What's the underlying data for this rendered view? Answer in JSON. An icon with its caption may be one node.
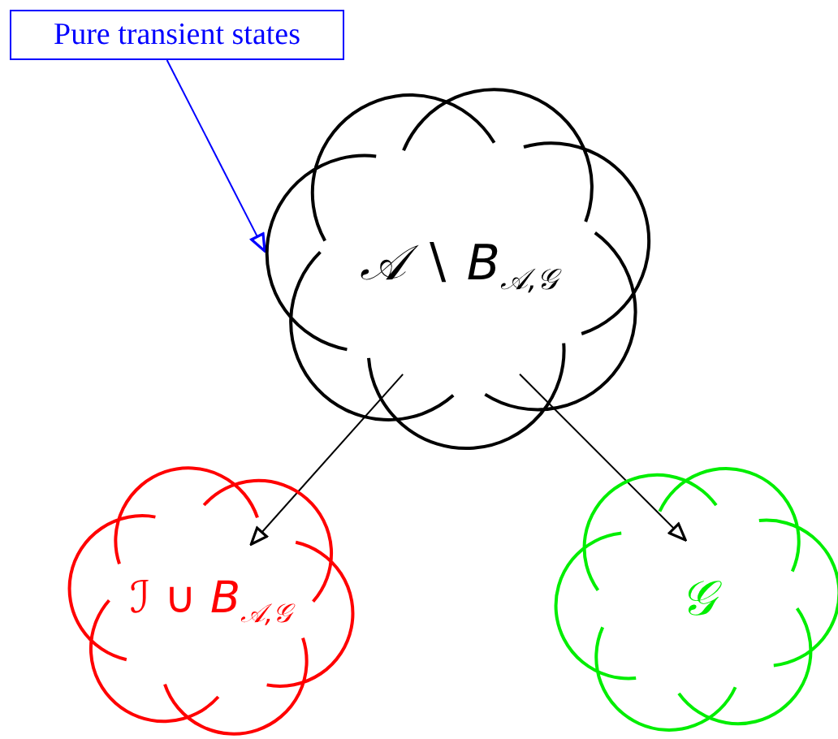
{
  "diagram": {
    "nodes": [
      {
        "text": [
          "Pure transient states"
        ]
      },
      {
        "text": [
          "𝒜 ∖ B$_{𝒜,𝒢}$"
        ]
      },
      {
        "text": [
          "ℐ ∪ B$_{𝒜,𝒢}$"
        ]
      },
      {
        "text": [
          "𝒢"
        ]
      }
    ],
    "edges": [
      {
        "from": 0,
        "to": 1,
        "arrow": "to",
        "color": "#0000ff"
      },
      {
        "from": 1,
        "to": 2,
        "arrow": "to"
      },
      {
        "from": 1,
        "to": 3,
        "arrow": "to"
      }
    ]
  }
}
